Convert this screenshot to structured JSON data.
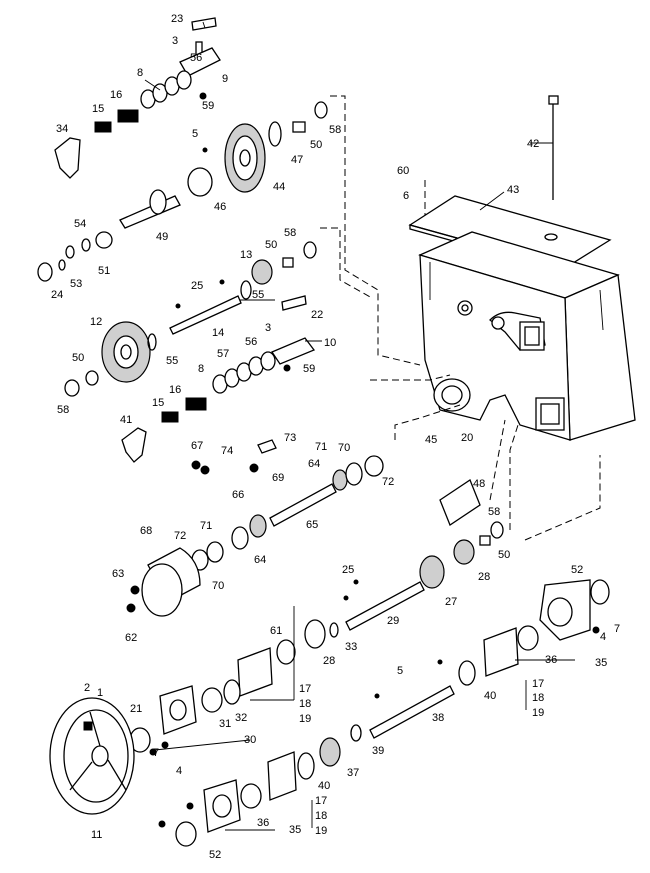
{
  "callouts": [
    {
      "id": "c23",
      "text": "23"
    },
    {
      "id": "c3a",
      "text": "3"
    },
    {
      "id": "c8a",
      "text": "8"
    },
    {
      "id": "c56a",
      "text": "56"
    },
    {
      "id": "c9",
      "text": "9"
    },
    {
      "id": "c59a",
      "text": "59"
    },
    {
      "id": "c34",
      "text": "34"
    },
    {
      "id": "c15a",
      "text": "15"
    },
    {
      "id": "c16a",
      "text": "16"
    },
    {
      "id": "c5a",
      "text": "5"
    },
    {
      "id": "c58a",
      "text": "58"
    },
    {
      "id": "c50a",
      "text": "50"
    },
    {
      "id": "c47",
      "text": "47"
    },
    {
      "id": "c44",
      "text": "44"
    },
    {
      "id": "c46",
      "text": "46"
    },
    {
      "id": "c42",
      "text": "42"
    },
    {
      "id": "c49",
      "text": "49"
    },
    {
      "id": "c60",
      "text": "60"
    },
    {
      "id": "c6",
      "text": "6"
    },
    {
      "id": "c43",
      "text": "43"
    },
    {
      "id": "c54",
      "text": "54"
    },
    {
      "id": "c50b",
      "text": "50"
    },
    {
      "id": "c58b",
      "text": "58"
    },
    {
      "id": "c13",
      "text": "13"
    },
    {
      "id": "c51",
      "text": "51"
    },
    {
      "id": "c24",
      "text": "24"
    },
    {
      "id": "c53",
      "text": "53"
    },
    {
      "id": "c25a",
      "text": "25"
    },
    {
      "id": "c55a",
      "text": "55"
    },
    {
      "id": "c22",
      "text": "22"
    },
    {
      "id": "c12",
      "text": "12"
    },
    {
      "id": "c14",
      "text": "14"
    },
    {
      "id": "c3b",
      "text": "3"
    },
    {
      "id": "c10",
      "text": "10"
    },
    {
      "id": "c55b",
      "text": "55"
    },
    {
      "id": "c56b",
      "text": "56"
    },
    {
      "id": "c57",
      "text": "57"
    },
    {
      "id": "c50c",
      "text": "50"
    },
    {
      "id": "c8b",
      "text": "8"
    },
    {
      "id": "c59b",
      "text": "59"
    },
    {
      "id": "c58c",
      "text": "58"
    },
    {
      "id": "c16b",
      "text": "16"
    },
    {
      "id": "c15b",
      "text": "15"
    },
    {
      "id": "c41",
      "text": "41"
    },
    {
      "id": "c20",
      "text": "20"
    },
    {
      "id": "c45",
      "text": "45"
    },
    {
      "id": "c67",
      "text": "67"
    },
    {
      "id": "c74",
      "text": "74"
    },
    {
      "id": "c73",
      "text": "73"
    },
    {
      "id": "c71a",
      "text": "71"
    },
    {
      "id": "c70a",
      "text": "70"
    },
    {
      "id": "c64a",
      "text": "64"
    },
    {
      "id": "c69",
      "text": "69"
    },
    {
      "id": "c72a",
      "text": "72"
    },
    {
      "id": "c48",
      "text": "48"
    },
    {
      "id": "c66",
      "text": "66"
    },
    {
      "id": "c65",
      "text": "65"
    },
    {
      "id": "c58d",
      "text": "58"
    },
    {
      "id": "c68",
      "text": "68"
    },
    {
      "id": "c72b",
      "text": "72"
    },
    {
      "id": "c71b",
      "text": "71"
    },
    {
      "id": "c64b",
      "text": "64"
    },
    {
      "id": "c70b",
      "text": "70"
    },
    {
      "id": "c50d",
      "text": "50"
    },
    {
      "id": "c63",
      "text": "63"
    },
    {
      "id": "c25b",
      "text": "25"
    },
    {
      "id": "c28a",
      "text": "28"
    },
    {
      "id": "c52a",
      "text": "52"
    },
    {
      "id": "c27",
      "text": "27"
    },
    {
      "id": "c62",
      "text": "62"
    },
    {
      "id": "c29",
      "text": "29"
    },
    {
      "id": "c7a",
      "text": "7"
    },
    {
      "id": "c4a",
      "text": "4"
    },
    {
      "id": "c61",
      "text": "61"
    },
    {
      "id": "c33",
      "text": "33"
    },
    {
      "id": "c28b",
      "text": "28"
    },
    {
      "id": "c36a",
      "text": "36"
    },
    {
      "id": "c35a",
      "text": "35"
    },
    {
      "id": "c17a",
      "text": "17"
    },
    {
      "id": "c5b",
      "text": "5"
    },
    {
      "id": "c18a",
      "text": "18"
    },
    {
      "id": "c2",
      "text": "2"
    },
    {
      "id": "c1",
      "text": "1"
    },
    {
      "id": "c19a",
      "text": "19"
    },
    {
      "id": "c40a",
      "text": "40"
    },
    {
      "id": "c17b",
      "text": "17"
    },
    {
      "id": "c18b",
      "text": "18"
    },
    {
      "id": "c19b",
      "text": "19"
    },
    {
      "id": "c21",
      "text": "21"
    },
    {
      "id": "c31",
      "text": "31"
    },
    {
      "id": "c32",
      "text": "32"
    },
    {
      "id": "c38",
      "text": "38"
    },
    {
      "id": "c30",
      "text": "30"
    },
    {
      "id": "c7b",
      "text": "7"
    },
    {
      "id": "c4b",
      "text": "4"
    },
    {
      "id": "c39",
      "text": "39"
    },
    {
      "id": "c37",
      "text": "37"
    },
    {
      "id": "c40b",
      "text": "40"
    },
    {
      "id": "c17c",
      "text": "17"
    },
    {
      "id": "c18c",
      "text": "18"
    },
    {
      "id": "c19c",
      "text": "19"
    },
    {
      "id": "c11",
      "text": "11"
    },
    {
      "id": "c36b",
      "text": "36"
    },
    {
      "id": "c35b",
      "text": "35"
    },
    {
      "id": "c52b",
      "text": "52"
    }
  ]
}
